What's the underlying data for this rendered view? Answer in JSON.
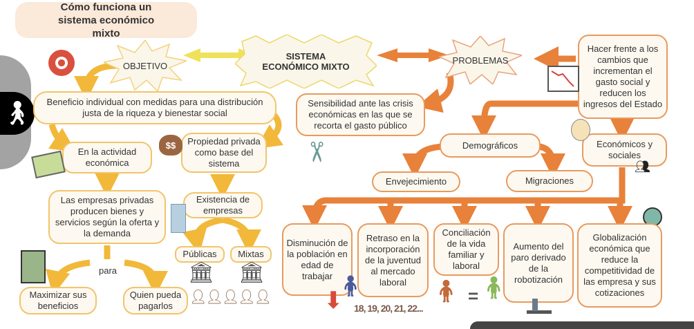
{
  "title": "Cómo funciona un sistema económico mixto",
  "center": "SISTEMA ECONÓMICO MIXTO",
  "objetivo": {
    "label": "OBJETIVO",
    "main": "Beneficio individual con medidas para una distribución justa de la riqueza y bienestar social",
    "actividad": "En la actividad económica",
    "propiedad": "Propiedad privada como base del sistema",
    "empresas_privadas": "Las empresas privadas producen bienes y servicios según la oferta y la demanda",
    "existencia": "Existencia de empresas",
    "publicas": "Públicas",
    "mixtas": "Mixtas",
    "para": "para",
    "maximizar": "Maximizar sus beneficios",
    "quien": "Quien pueda pagarlos"
  },
  "problemas": {
    "label": "PROBLEMAS",
    "hacer_frente": "Hacer frente a los cambios que incrementan el gasto social y reducen los ingresos del Estado",
    "sensibilidad": "Sensibilidad ante las crisis económicas en las que se recorta el gasto público",
    "demograficos": "Demográficos",
    "economicos": "Económicos y sociales",
    "envejecimiento": "Envejecimiento",
    "migraciones": "Migraciones",
    "bottom": [
      "Disminución de la población en edad de trabajar",
      "Retraso en la incorporación de la juventud al mercado laboral",
      "Conciliación de la vida familiar y laboral",
      "Aumento del paro derivado de la robotización",
      "Globalización económica que reduce la competitividad de las empresa y sus cotizaciones"
    ],
    "ages": "18, 19, 20, 21, 22..."
  },
  "colors": {
    "yellow": "#f2b83a",
    "orange": "#e8813a"
  }
}
